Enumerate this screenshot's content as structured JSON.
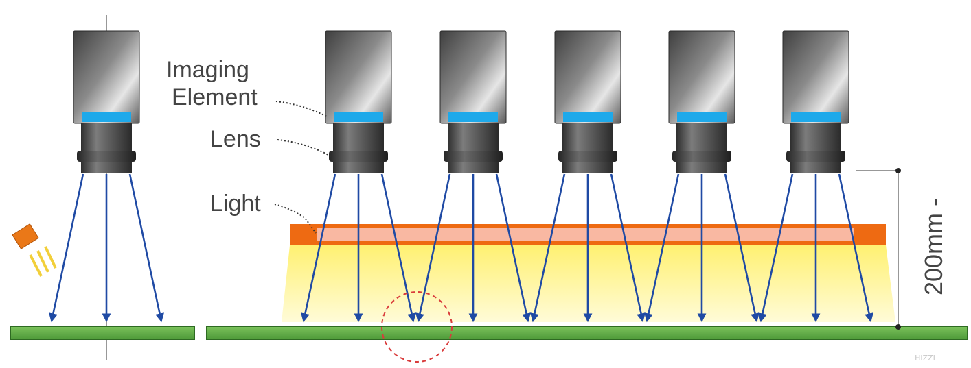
{
  "labels": {
    "imaging_element": [
      "Imaging",
      "Element"
    ],
    "lens": "Lens",
    "light": "Light",
    "height": "200mm -"
  },
  "watermark": "HIZZI",
  "diagram": {
    "single_camera_setup": {
      "camera_count": 1,
      "arrows_per_camera": 3,
      "side_light": true
    },
    "multi_camera_setup": {
      "camera_count": 5,
      "arrows_per_camera": 3,
      "ring_light": true
    },
    "highlight": "dashed-red-circle"
  },
  "colors": {
    "camera_body_dark": "#454545",
    "camera_body_light": "#e3e3e3",
    "imaging_element": "#1ea9ea",
    "arrow": "#1f4aa4",
    "board_fill": "#66b24b",
    "board_stroke": "#2e6a22",
    "light_bar": "#ee6a12",
    "light_bar_highlight": "#f9b8a2",
    "light_glow": "#fff280",
    "side_light": "#ea7818",
    "side_rays": "#f2cf3a",
    "dashed_circle": "#d93b3b",
    "axis_line": "#777777"
  }
}
